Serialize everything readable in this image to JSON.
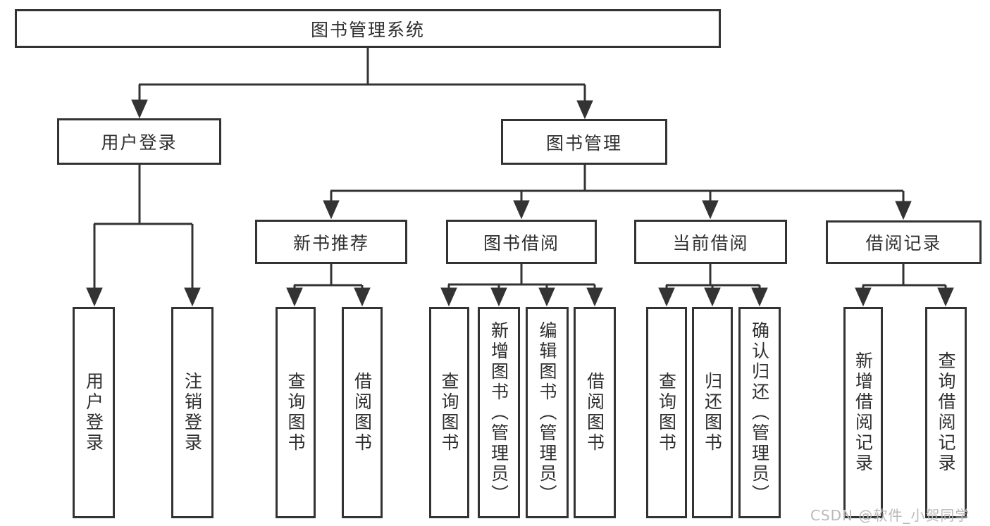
{
  "title": "图书管理系统",
  "watermark": "CSDN @软件_小贺同学",
  "colors": {
    "line": "#333333",
    "box_border": "#333333",
    "box_background": "#ffffff",
    "text": "#2f2f2f",
    "watermark": "#b9b9b9",
    "page_background": "#ffffff"
  },
  "nodes": {
    "root": {
      "label": "图书管理系统"
    },
    "user_login": {
      "label": "用户登录"
    },
    "book_mgmt": {
      "label": "图书管理"
    },
    "new_book_rec": {
      "label": "新书推荐"
    },
    "book_borrow": {
      "label": "图书借阅"
    },
    "current_borrow": {
      "label": "当前借阅"
    },
    "borrow_records": {
      "label": "借阅记录"
    },
    "user_login_leaf": {
      "label": "用户登录"
    },
    "logout_leaf": {
      "label": "注销登录"
    },
    "rec_query_books": {
      "label": "查询图书"
    },
    "rec_borrow_books": {
      "label": "借阅图书"
    },
    "bb_query_books": {
      "label": "查询图书"
    },
    "bb_add_books_admin": {
      "label": "新增图书（管理员）"
    },
    "bb_edit_books_admin": {
      "label": "编辑图书（管理员）"
    },
    "bb_borrow_books": {
      "label": "借阅图书"
    },
    "cb_query_books": {
      "label": "查询图书"
    },
    "cb_return_books": {
      "label": "归还图书"
    },
    "cb_confirm_return_admin": {
      "label": "确认归还（管理员）"
    },
    "br_add_record": {
      "label": "新增借阅记录"
    },
    "br_query_record": {
      "label": "查询借阅记录"
    }
  },
  "edges": [
    [
      "root",
      "user_login"
    ],
    [
      "root",
      "book_mgmt"
    ],
    [
      "user_login",
      "user_login_leaf"
    ],
    [
      "user_login",
      "logout_leaf"
    ],
    [
      "book_mgmt",
      "new_book_rec"
    ],
    [
      "book_mgmt",
      "book_borrow"
    ],
    [
      "book_mgmt",
      "current_borrow"
    ],
    [
      "book_mgmt",
      "borrow_records"
    ],
    [
      "new_book_rec",
      "rec_query_books"
    ],
    [
      "new_book_rec",
      "rec_borrow_books"
    ],
    [
      "book_borrow",
      "bb_query_books"
    ],
    [
      "book_borrow",
      "bb_add_books_admin"
    ],
    [
      "book_borrow",
      "bb_edit_books_admin"
    ],
    [
      "book_borrow",
      "bb_borrow_books"
    ],
    [
      "current_borrow",
      "cb_query_books"
    ],
    [
      "current_borrow",
      "cb_return_books"
    ],
    [
      "current_borrow",
      "cb_confirm_return_admin"
    ],
    [
      "borrow_records",
      "br_add_record"
    ],
    [
      "borrow_records",
      "br_query_record"
    ]
  ]
}
